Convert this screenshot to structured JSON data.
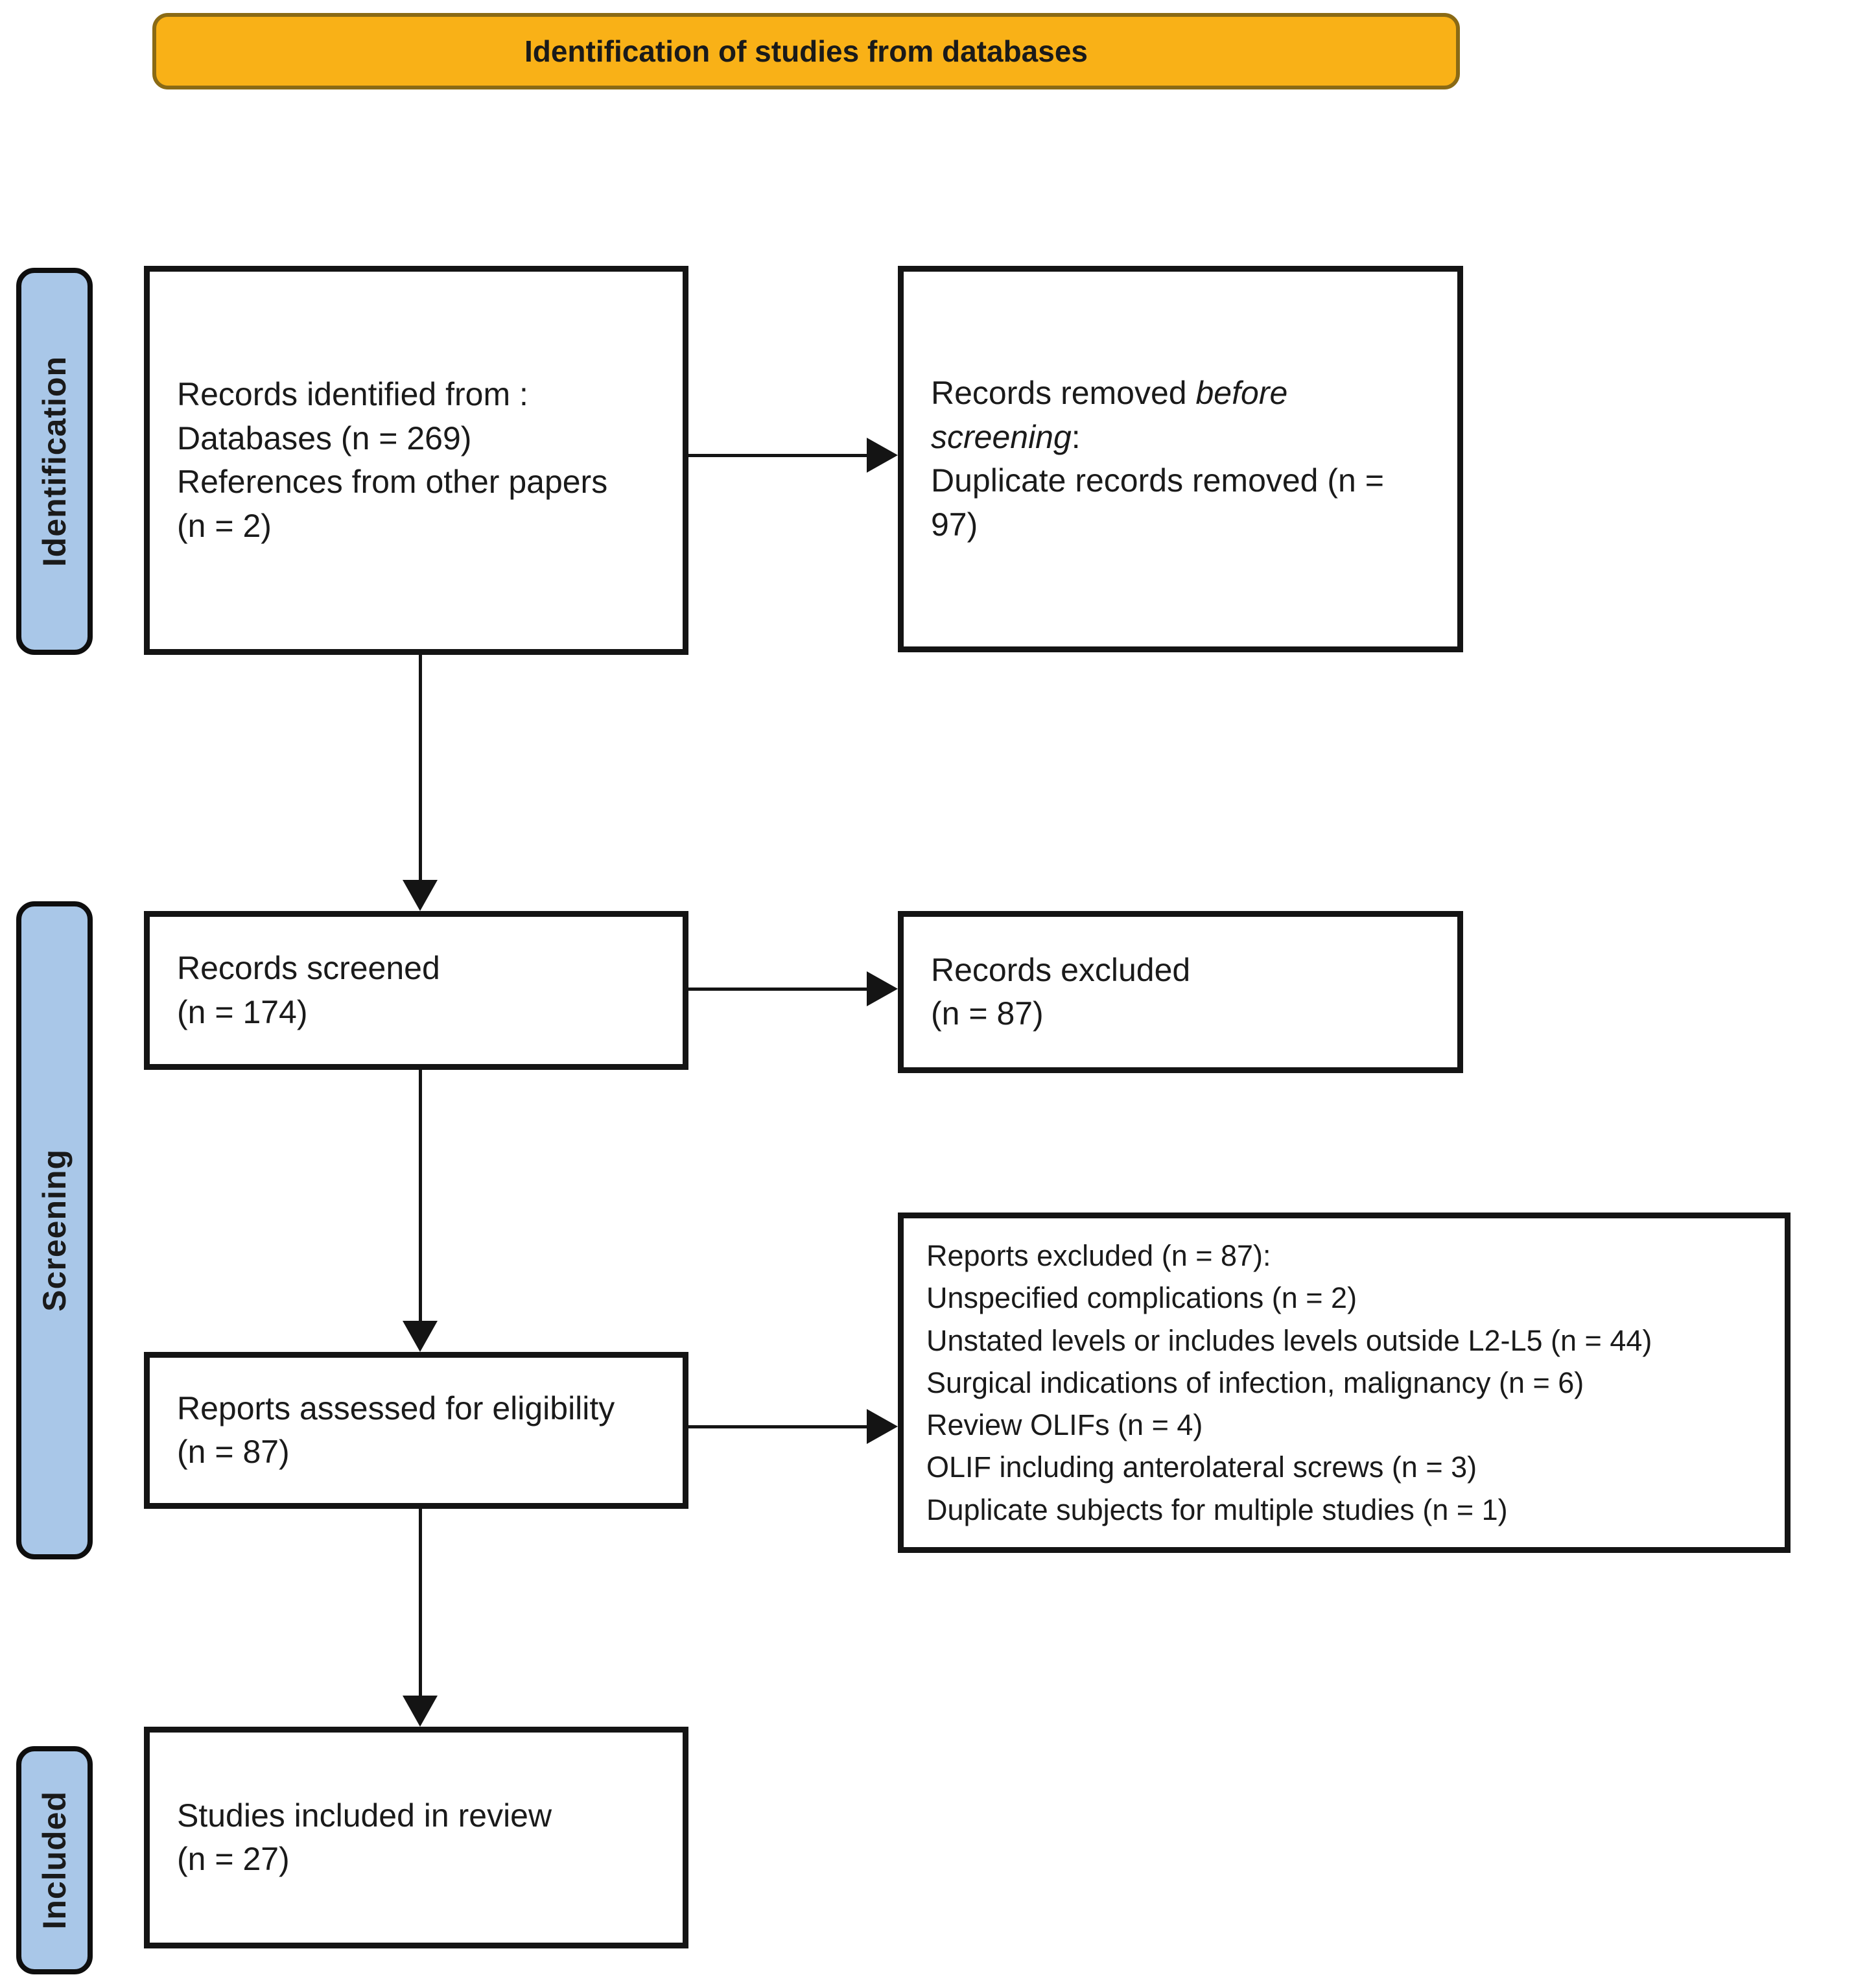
{
  "banner": {
    "label": "Identification of studies from databases"
  },
  "colors": {
    "banner_fill": "#F9B117",
    "banner_border": "#8A6A15",
    "stage_fill": "#A9C7E8",
    "stage_border": "#0E0E0E",
    "box_border": "#141414",
    "arrow_color": "#141414",
    "text_color": "#1A1A1A"
  },
  "stage_labels": {
    "identification": "Identification",
    "screening": "Screening",
    "included": "Included"
  },
  "boxes": {
    "records_identified": {
      "lines": [
        "Records identified from :",
        "Databases (n = 269)",
        "References from other papers",
        "(n = 2)"
      ]
    },
    "records_removed": {
      "pre": "Records removed ",
      "italic": "before screening",
      "post": ":",
      "lines": [
        "Duplicate records removed  (n = 97)"
      ]
    },
    "records_screened": {
      "lines": [
        "Records screened",
        "(n = 174)"
      ]
    },
    "records_excluded": {
      "lines": [
        "Records excluded",
        "(n = 87)"
      ]
    },
    "reports_assessed": {
      "lines": [
        "Reports assessed for eligibility",
        "(n = 87)"
      ]
    },
    "reports_excluded": {
      "lines": [
        "Reports excluded (n = 87):",
        "Unspecified complications (n = 2)",
        "Unstated levels or includes levels outside L2-L5 (n = 44)",
        "Surgical indications of infection, malignancy (n = 6)",
        "Review OLIFs (n = 4)",
        "OLIF including anterolateral screws (n = 3)",
        "Duplicate subjects for multiple studies (n = 1)"
      ]
    },
    "studies_included": {
      "lines": [
        "Studies included in review",
        "(n = 27)"
      ]
    }
  }
}
